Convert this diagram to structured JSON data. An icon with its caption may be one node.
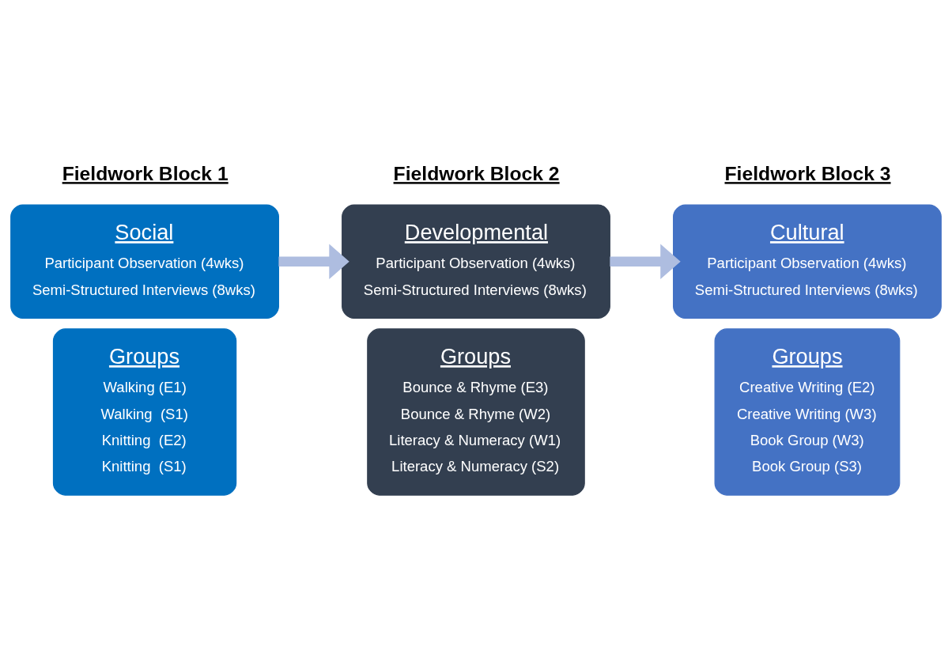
{
  "diagram": {
    "nodes": [
      {
        "text": [
          "Social",
          "Participant Observation (4wks)",
          "Semi-Structured Interviews (8wks)"
        ]
      },
      {
        "text": [
          "Groups",
          "Walking (E1)",
          "Walking  (S1)",
          "Knitting  (E2)",
          "Knitting  (S1)"
        ]
      },
      {
        "text": [
          "Developmental",
          "Participant Observation (4wks)",
          "Semi-Structured Interviews (8wks)"
        ]
      },
      {
        "text": [
          "Groups",
          "Bounce & Rhyme (E3)",
          "Bounce & Rhyme (W2)",
          "Literacy & Numeracy (W1)",
          "Literacy & Numeracy (S2)"
        ]
      },
      {
        "text": [
          "Cultural",
          "Participant Observation (4wks)",
          "Semi-Structured Interviews (8wks)"
        ]
      },
      {
        "text": [
          "Groups",
          "Creative Writing (E2)",
          "Creative Writing (W3)",
          "Book Group (W3)",
          "Book Group (S3)"
        ]
      }
    ],
    "edges": [
      {
        "from": 0,
        "to": 2,
        "arrow": "to",
        "color": "#aebde0"
      },
      {
        "from": 2,
        "to": 4,
        "arrow": "to",
        "color": "#aebde0"
      }
    ],
    "labels": [
      "Fieldwork Block 1",
      "Fieldwork Block 2",
      "Fieldwork Block 3"
    ]
  }
}
